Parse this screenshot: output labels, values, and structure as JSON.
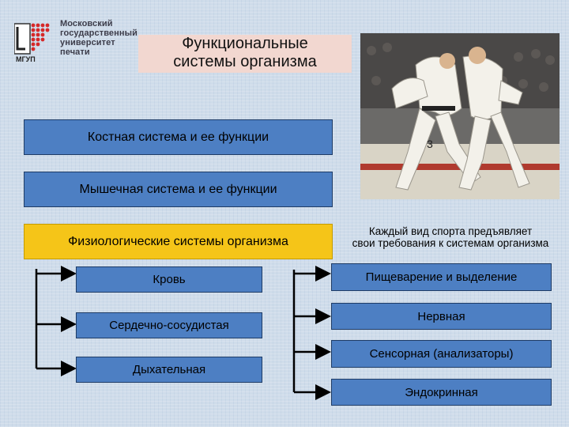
{
  "logo": {
    "lines": [
      "Московский",
      "государственный",
      "университет",
      "печати"
    ],
    "abbr": "МГУП"
  },
  "title": {
    "line1": "Функциональные",
    "line2": "системы организма"
  },
  "sections": {
    "bone": "Костная система и ее функции",
    "muscle": "Мышечная система и ее функции",
    "physio": "Физиологические системы организма"
  },
  "note": {
    "line1": "Каждый вид спорта предъявляет",
    "line2": "свои требования к системам организма"
  },
  "left_systems": [
    "Кровь",
    "Сердечно-сосудистая",
    "Дыхательная"
  ],
  "right_systems": [
    "Пищеварение и выделение",
    "Нервная",
    "Сенсорная (анализаторы)",
    "Эндокринная"
  ],
  "photo": {
    "athlete_number": "3"
  },
  "colors": {
    "box_blue": "#4d7fc3",
    "box_yellow": "#f5c518",
    "title_bg": "#f2d7d0"
  }
}
